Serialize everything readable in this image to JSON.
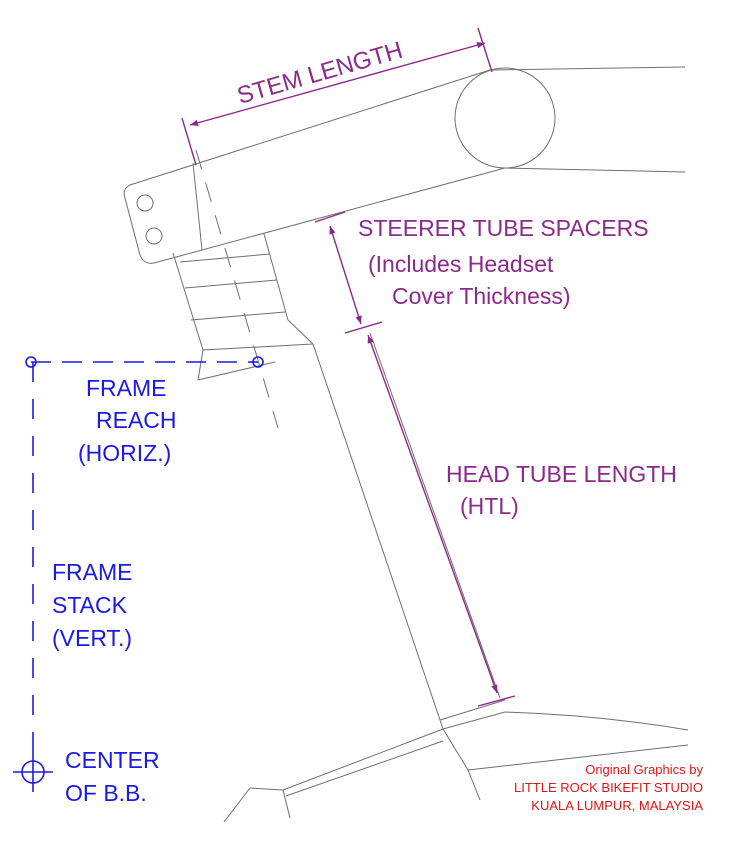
{
  "labels": {
    "stem_length": "STEM LENGTH",
    "spacers_line1": "STEERER TUBE SPACERS",
    "spacers_line2": "(Includes Headset",
    "spacers_line3": "Cover Thickness)",
    "htl_line1": "HEAD TUBE LENGTH",
    "htl_line2": "(HTL)",
    "reach_line1": "FRAME",
    "reach_line2": "REACH",
    "reach_line3": "(HORIZ.)",
    "stack_line1": "FRAME",
    "stack_line2": "STACK",
    "stack_line3": "(VERT.)",
    "bb_line1": "CENTER",
    "bb_line2": "OF B.B."
  },
  "credit": {
    "line1": "Original Graphics by",
    "line2": "LITTLE ROCK BIKEFIT STUDIO",
    "line3": "KUALA LUMPUR, MALAYSIA"
  },
  "colors": {
    "dimension": "#8B2A8B",
    "frame_measure": "#1A1AE6",
    "credit": "#E01515",
    "outline": "#6f6f6f"
  }
}
